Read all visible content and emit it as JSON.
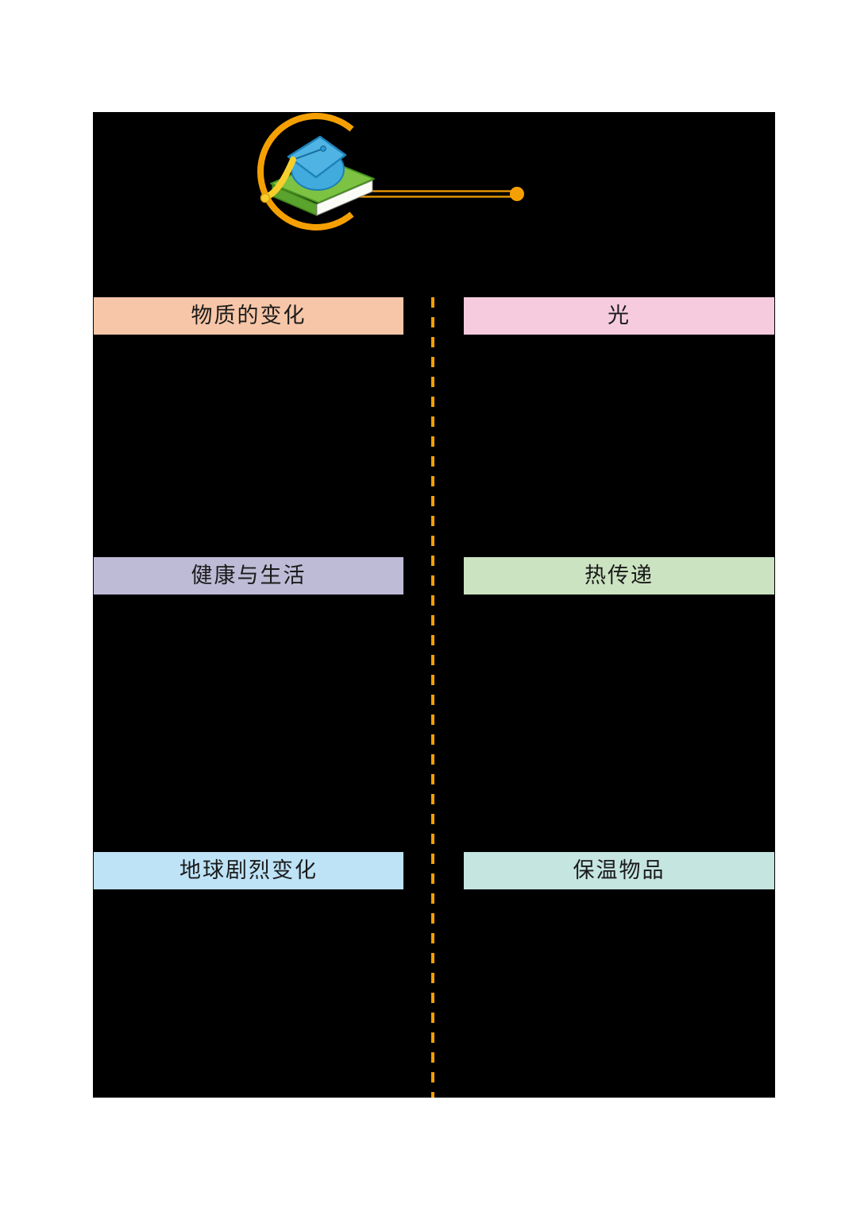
{
  "page": {
    "background_color": "#ffffff",
    "canvas_color": "#000000"
  },
  "logo": {
    "ring_icon": "open-ring-arc",
    "main_icon": "graduation-cap-on-book",
    "ring_color": "#F5A002",
    "cap_color": "#4FB3E3",
    "cap_outline_color": "#1E83B9",
    "book_color": "#7DC242",
    "book_outline_color": "#459020",
    "pages_color": "#FCFCF6",
    "tassel_color": "#F7CF2B",
    "callout_line_color": "#F5A002",
    "callout_dot_color": "#F5A002"
  },
  "divider": {
    "style": "dashed",
    "orientation": "vertical",
    "color": "#F5A002"
  },
  "text_color": "#1B1B1B",
  "sections": [
    {
      "label": "物质的变化",
      "color": "#F7C6A8",
      "column": "left",
      "row": 1
    },
    {
      "label": "光",
      "color": "#F6CBDE",
      "column": "right",
      "row": 1
    },
    {
      "label": "健康与生活",
      "color": "#BEBBD7",
      "column": "left",
      "row": 2
    },
    {
      "label": "热传递",
      "color": "#CBE3C1",
      "column": "right",
      "row": 2
    },
    {
      "label": "地球剧烈变化",
      "color": "#BEE3F7",
      "column": "left",
      "row": 3
    },
    {
      "label": "保温物品",
      "color": "#C5E5E0",
      "column": "right",
      "row": 3
    }
  ]
}
